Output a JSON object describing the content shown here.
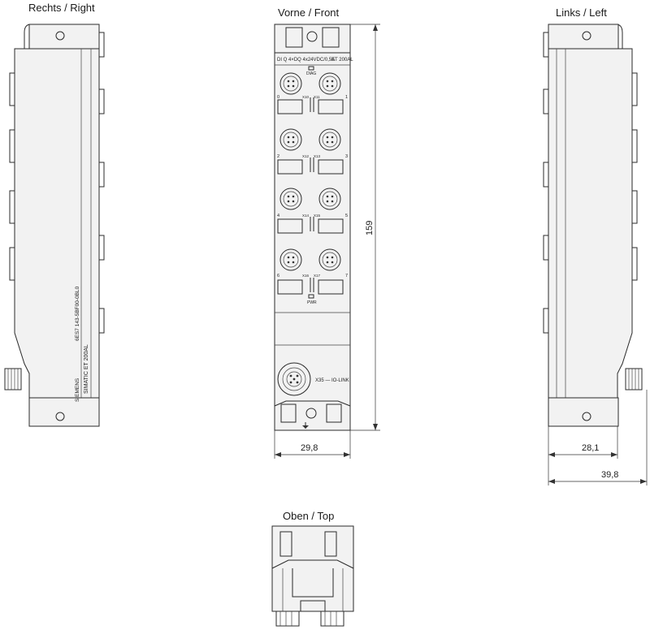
{
  "views": {
    "right": "Rechts / Right",
    "front": "Vorne / Front",
    "left": "Links / Left",
    "top": "Oben / Top"
  },
  "front_labels": {
    "module": "DI Q 4×DQ 4x24VDC/0,5A",
    "family": "ET 200AL",
    "diag": "DIAG",
    "pwr": "PWR",
    "iolink": "X35 — IO-LINK",
    "channels_left": [
      "0",
      "2",
      "4",
      "6"
    ],
    "channels_right": [
      "1",
      "3",
      "5",
      "7"
    ],
    "ports": [
      "X10",
      "X11",
      "X12",
      "X13",
      "X14",
      "X15",
      "X16",
      "X17"
    ]
  },
  "side_labels": {
    "brand": "SIEMENS",
    "product": "SIMATIC ET 200AL",
    "order_no": "6ES7 143-5BF00-0BL0"
  },
  "dimensions": {
    "height": "159",
    "front_width": "29,8",
    "depth_small": "28,1",
    "depth_total": "39,8"
  }
}
